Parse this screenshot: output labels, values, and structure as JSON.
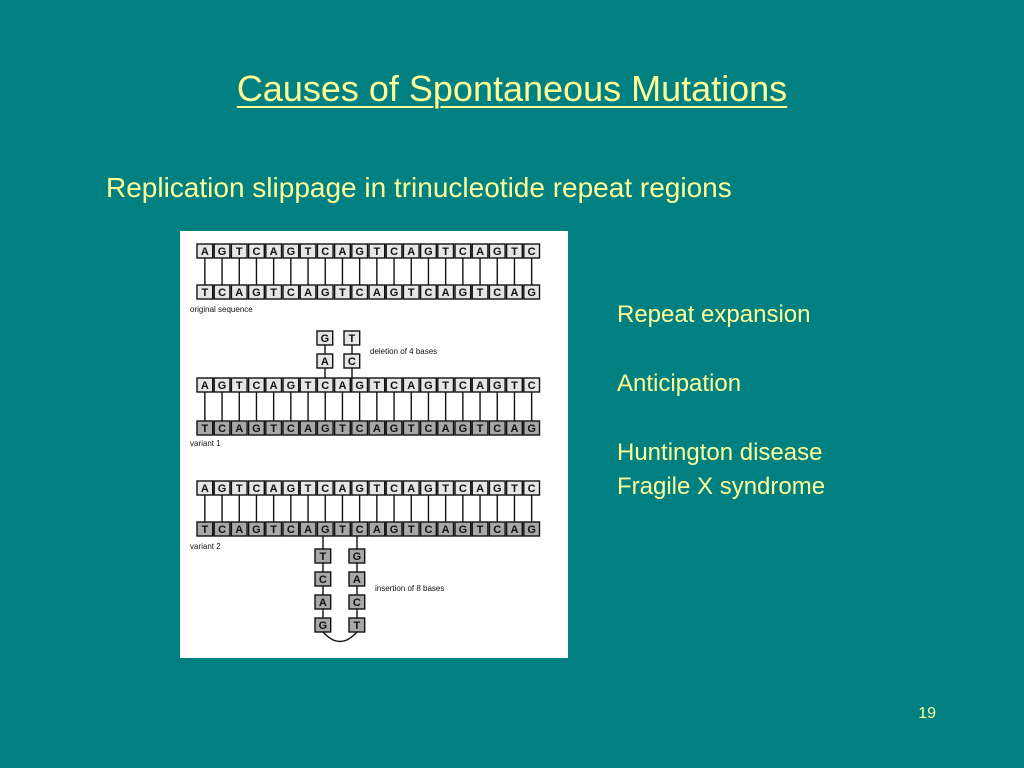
{
  "slide": {
    "title": "Causes of Spontaneous Mutations",
    "subtitle": "Replication slippage in trinucleotide repeat regions",
    "page_number": "19",
    "colors": {
      "background": "#008080",
      "text": "#ffff99"
    }
  },
  "bullets": {
    "item1": "Repeat expansion",
    "item2": "Anticipation",
    "item3": "Huntington disease",
    "item4": "Fragile X syndrome"
  },
  "figure": {
    "top_strand": [
      "A",
      "G",
      "T",
      "C",
      "A",
      "G",
      "T",
      "C",
      "A",
      "G",
      "T",
      "C",
      "A",
      "G",
      "T",
      "C",
      "A",
      "G",
      "T",
      "C"
    ],
    "bottom_strand": [
      "T",
      "C",
      "A",
      "G",
      "T",
      "C",
      "A",
      "G",
      "T",
      "C",
      "A",
      "G",
      "T",
      "C",
      "A",
      "G",
      "T",
      "C",
      "A",
      "G"
    ],
    "labels": {
      "original": "original sequence",
      "deletion": "deletion of 4 bases",
      "variant1": "variant 1",
      "variant2": "variant 2",
      "insertion": "insertion of 8 bases"
    },
    "deletion_loop": [
      "G",
      "T",
      "A",
      "C"
    ],
    "insertion_loop_left": [
      "T",
      "C",
      "A",
      "G"
    ],
    "insertion_loop_right": [
      "G",
      "A",
      "C",
      "T"
    ]
  }
}
